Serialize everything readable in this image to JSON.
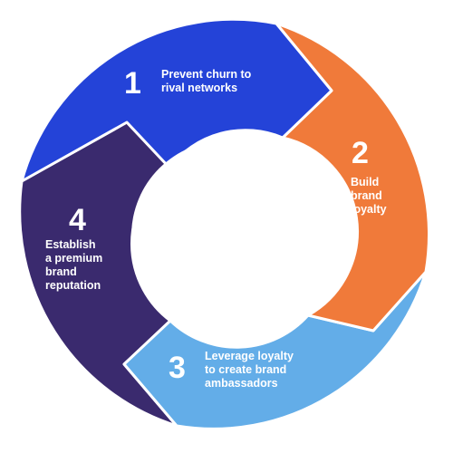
{
  "segments": [
    {
      "number": "1",
      "label_lines": [
        "Prevent churn to",
        "rival networks"
      ],
      "color": "#2443d8"
    },
    {
      "number": "2",
      "label_lines": [
        "Build",
        "brand",
        "loyalty"
      ],
      "color": "#f07a3a"
    },
    {
      "number": "3",
      "label_lines": [
        "Leverage loyalty",
        "to create brand",
        "ambassadors"
      ],
      "color": "#63ade8"
    },
    {
      "number": "4",
      "label_lines": [
        "Establish",
        "a premium",
        "brand",
        "reputation"
      ],
      "color": "#3a2a6e"
    }
  ]
}
